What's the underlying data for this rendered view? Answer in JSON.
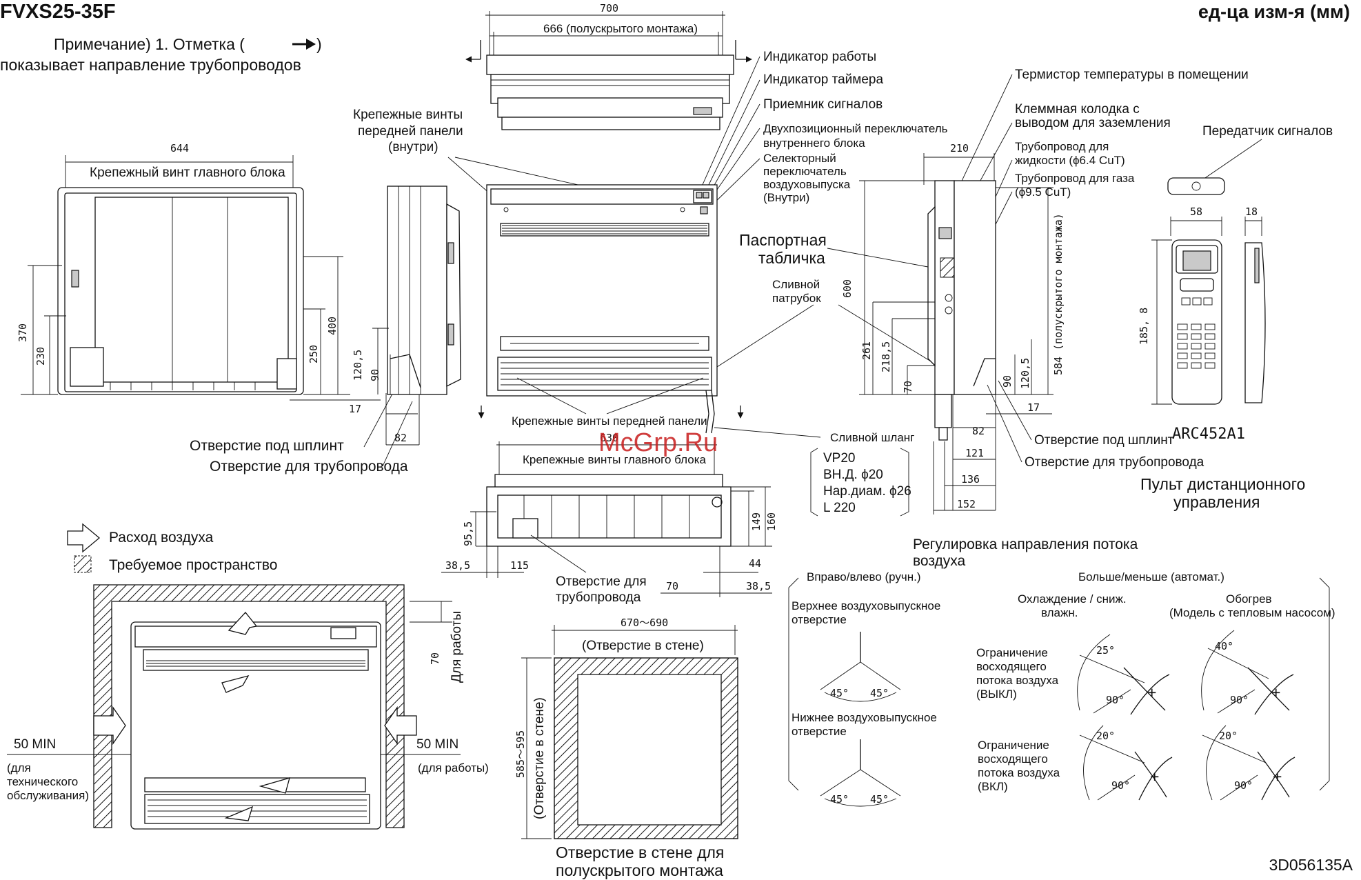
{
  "header": {
    "model": "FVXS25-35F",
    "units": "ед-ца изм-я (мм)",
    "note_line1": "Примечание) 1. Отметка (",
    "note_line1_end": ")",
    "note_line2": "показывает направление трубопроводов",
    "doc_code": "3D056135A",
    "watermark": "McGrp.Ru"
  },
  "top_view": {
    "dim_total": "700",
    "dim_semi": "666 (полускрытого монтажа)"
  },
  "indicators": {
    "operation_indicator": "Индикатор работы",
    "timer_indicator": "Индикатор таймера",
    "signal_receiver": "Приемник сигналов",
    "switch_line1": "Двухпозиционный переключатель",
    "switch_line2": "внутреннего блока",
    "selector_line1": "Селекторный",
    "selector_line2": "переключатель",
    "selector_line3": "воздуховыпуска",
    "selector_line4": "(Внутри)"
  },
  "front_panel_screws": {
    "line1": "Крепежные винты",
    "line2": "передней панели",
    "line3": "(внутри)"
  },
  "back_view": {
    "dim_width": "644",
    "main_screw": "Крепежный винт главного блока",
    "dim_370": "370",
    "dim_230": "230",
    "dim_400": "400",
    "dim_250": "250",
    "dim_120_5": "120,5",
    "dim_90": "90",
    "dim_17": "17",
    "dim_82": "82",
    "pin_hole": "Отверстие под шплинт",
    "pipe_hole": "Отверстие для трубопровода"
  },
  "front_view": {
    "panel_screws_bottom": "Крепежные винты передней панели",
    "drain_socket_line1": "Сливной",
    "drain_socket_line2": "патрубок",
    "nameplate_line1": "Паспортная",
    "nameplate_line2": "табличка"
  },
  "drain_hose": {
    "title": "Сливной шланг",
    "vp": "VP20",
    "inner": "ВН.Д. ϕ20",
    "outer": "Нар.диам. ϕ26",
    "length": "L 220"
  },
  "bottom_view": {
    "dim_630": "630",
    "main_screws": "Крепежные винты главного блока",
    "dim_95_5": "95,5",
    "dim_149": "149",
    "dim_160": "160",
    "dim_38_5a": "38,5",
    "dim_115": "115",
    "dim_44": "44",
    "dim_70": "70",
    "dim_38_5b": "38,5",
    "pipe_hole_line1": "Отверстие для",
    "pipe_hole_line2": "трубопровода"
  },
  "side_view": {
    "thermistor": "Термистор температуры в помещении",
    "terminal_line1": "Клеммная колодка с",
    "terminal_line2": "выводом для заземления",
    "liquid_line1": "Трубопровод для",
    "liquid_line2": "жидкости (ϕ6.4 CuT)",
    "gas_line1": "Трубопровод для газа",
    "gas_line2": "(ϕ9.5 CuT)",
    "dim_210": "210",
    "dim_600": "600",
    "dim_584": "584 (полускрытого монтажа)",
    "dim_261": "261",
    "dim_218_5": "218,5",
    "dim_70": "70",
    "dim_90": "90",
    "dim_120_5": "120,5",
    "dim_17": "17",
    "dim_82": "82",
    "dim_121": "121",
    "dim_136": "136",
    "dim_152": "152",
    "pin_hole": "Отверстие под шплинт",
    "pipe_hole": "Отверстие для трубопровода"
  },
  "remote": {
    "transmitter": "Передатчик сигналов",
    "dim_58": "58",
    "dim_18": "18",
    "dim_185_8": "185, 8",
    "model": "ARC452A1",
    "title_line1": "Пульт дистанционного",
    "title_line2": "управления"
  },
  "legend": {
    "airflow": "Расход воздуха",
    "space": "Требуемое пространство"
  },
  "clearance": {
    "dim_70": "70",
    "for_work": "Для работы",
    "left_min": "50 MIN",
    "left_note_line1": "(для",
    "left_note_line2": "технического",
    "left_note_line3": "обслуживания)",
    "right_min": "50 MIN",
    "right_note": "(для работы)"
  },
  "wall_opening": {
    "dim_width": "670～690",
    "width_note": "(Отверстие в стене)",
    "dim_height": "585～595",
    "height_note": "(Отверстие в стене)",
    "caption_line1": "Отверстие в стене для",
    "caption_line2": "полускрытого монтажа"
  },
  "airflow_adjust": {
    "title_line1": "Регулировка направления потока",
    "title_line2": "воздуха",
    "manual": "Вправо/влево (ручн.)",
    "auto": "Больше/меньше (автомат.)",
    "upper_outlet_line1": "Верхнее воздуховыпускное",
    "upper_outlet_line2": "отверстие",
    "lower_outlet_line1": "Нижнее воздуховыпускное",
    "lower_outlet_line2": "отверстие",
    "angle_45": "45°",
    "cooling_line1": "Охлаждение / сниж.",
    "cooling_line2": "влажн.",
    "heating_line1": "Обогрев",
    "heating_line2": "(Модель с тепловым насосом)",
    "limit_off_line1": "Ограничение",
    "limit_off_line2": "восходящего",
    "limit_off_line3": "потока воздуха",
    "limit_off_line4": "(ВЫКЛ)",
    "limit_on_line1": "Ограничение",
    "limit_on_line2": "восходящего",
    "limit_on_line3": "потока воздуха",
    "limit_on_line4": "(ВКЛ)",
    "a25": "25°",
    "a40": "40°",
    "a20": "20°",
    "a90": "90°"
  }
}
